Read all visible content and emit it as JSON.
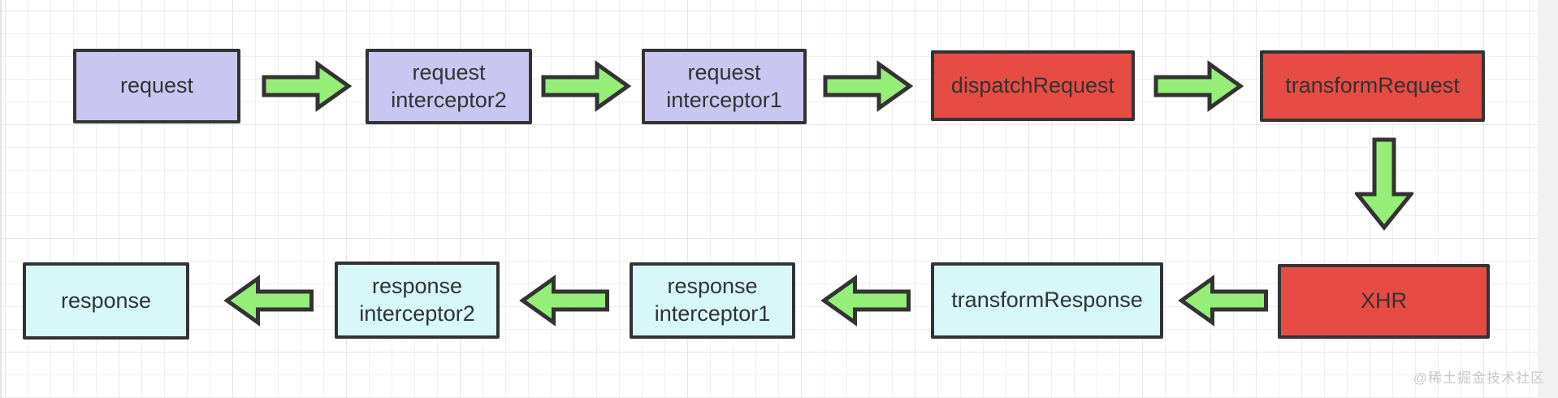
{
  "diagram": {
    "description": "axios request/response flow",
    "watermark": "@稀土掘金技术社区",
    "colors": {
      "request_stage": "#c9c7f2",
      "core_stage": "#e74c44",
      "response_stage": "#d7f7f9",
      "arrow_fill": "#94ee77",
      "outline": "#333333",
      "grid_line": "#efefef",
      "grid_line_major": "#e6e6e6",
      "canvas_background": "#ffffff",
      "watermark_text": "#c7c7c7"
    },
    "nodes": [
      {
        "id": "request",
        "label": "request",
        "stage": "request"
      },
      {
        "id": "request-interceptor2",
        "label": "request\ninterceptor2",
        "stage": "request"
      },
      {
        "id": "request-interceptor1",
        "label": "request\ninterceptor1",
        "stage": "request"
      },
      {
        "id": "dispatch-request",
        "label": "dispatchRequest",
        "stage": "core"
      },
      {
        "id": "transform-request",
        "label": "transformRequest",
        "stage": "core"
      },
      {
        "id": "xhr",
        "label": "XHR",
        "stage": "core"
      },
      {
        "id": "transform-response",
        "label": "transformResponse",
        "stage": "response"
      },
      {
        "id": "response-interceptor1",
        "label": "response\ninterceptor1",
        "stage": "response"
      },
      {
        "id": "response-interceptor2",
        "label": "response\ninterceptor2",
        "stage": "response"
      },
      {
        "id": "response",
        "label": "response",
        "stage": "response"
      }
    ],
    "edges": [
      {
        "from": "request",
        "to": "request-interceptor2",
        "direction": "right"
      },
      {
        "from": "request-interceptor2",
        "to": "request-interceptor1",
        "direction": "right"
      },
      {
        "from": "request-interceptor1",
        "to": "dispatch-request",
        "direction": "right"
      },
      {
        "from": "dispatch-request",
        "to": "transform-request",
        "direction": "right"
      },
      {
        "from": "transform-request",
        "to": "xhr",
        "direction": "down"
      },
      {
        "from": "xhr",
        "to": "transform-response",
        "direction": "left"
      },
      {
        "from": "transform-response",
        "to": "response-interceptor1",
        "direction": "left"
      },
      {
        "from": "response-interceptor1",
        "to": "response-interceptor2",
        "direction": "left"
      },
      {
        "from": "response-interceptor2",
        "to": "response",
        "direction": "left"
      }
    ],
    "icons": {
      "arrow-right-icon": "block arrow pointing right",
      "arrow-left-icon": "block arrow pointing left",
      "arrow-down-icon": "block arrow pointing down"
    }
  }
}
